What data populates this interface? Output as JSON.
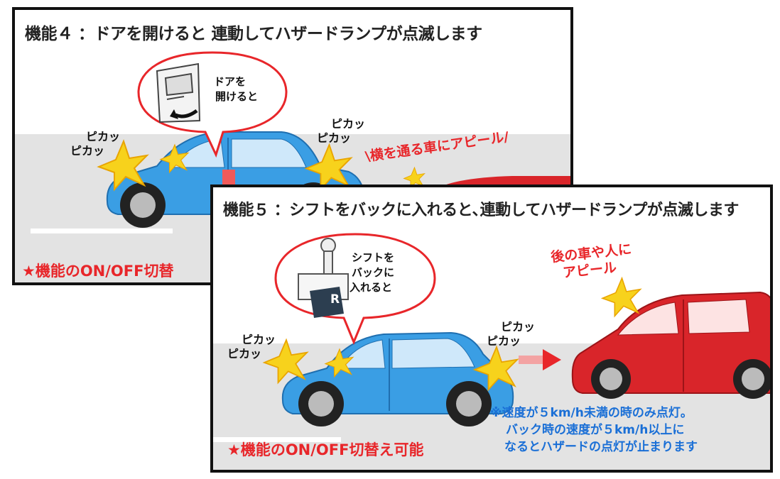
{
  "panel4": {
    "title": "機能４ ：ドアを開けると 連動してハザードランプが点滅します",
    "bubble_text_1": "ドアを",
    "bubble_text_2": "開けると",
    "left_flash_1": "ピカッ",
    "left_flash_2": "ピカッ",
    "right_flash_1": "ピカッ",
    "right_flash_2": "ピカッ",
    "appeal": "\\横を通る車にアピール/",
    "bottom_note": "★機能のON/OFF切替"
  },
  "panel5": {
    "title": "機能５ ：シフトをバックに入れると､連動してハザードランプが点滅します",
    "bubble_text_1": "シフトを",
    "bubble_text_2": "バックに",
    "bubble_text_3": "入れると",
    "shift_label": "R",
    "left_flash_1": "ピカッ",
    "left_flash_2": "ピカッ",
    "right_flash_1": "ピカッ",
    "right_flash_2": "ピカッ",
    "appeal_1": "後の車や人に",
    "appeal_2": "アピール",
    "bottom_note": "★機能のON/OFF切替え可能",
    "speed_note_1": "※速度が５km/h未満の時のみ点灯。",
    "speed_note_2": "バック時の速度が５km/h以上に",
    "speed_note_3": "なるとハザードの点灯が止まります"
  },
  "colors": {
    "blue_car": "#3a9ee4",
    "red_car": "#d9252a",
    "flash": "#f7d21c",
    "accent_red": "#e8262a",
    "note_blue": "#1a6fd6"
  }
}
